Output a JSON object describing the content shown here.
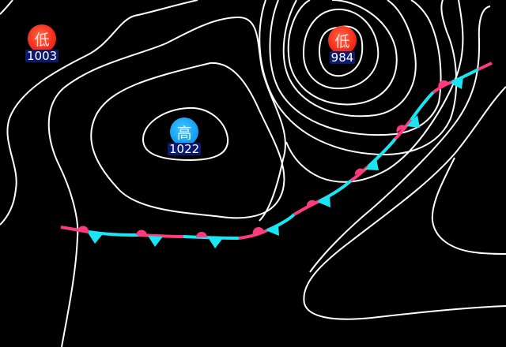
{
  "map": {
    "type": "surface-weather-chart",
    "background": "#000000",
    "isobar_color": "#ffffff",
    "colors": {
      "low": "#f52a18",
      "high": "#12a2f5",
      "value_box": "#0c1a6e",
      "warm_front": "#ff3b7f",
      "cold_front": "#19e6f2"
    }
  },
  "pressure_centers": [
    {
      "kind": "low",
      "symbol": "低",
      "value": "1003"
    },
    {
      "kind": "low",
      "symbol": "低",
      "value": "984"
    },
    {
      "kind": "high",
      "symbol": "高",
      "value": "1022"
    }
  ],
  "fronts": [
    {
      "type": "stationary-front",
      "label": ""
    }
  ]
}
